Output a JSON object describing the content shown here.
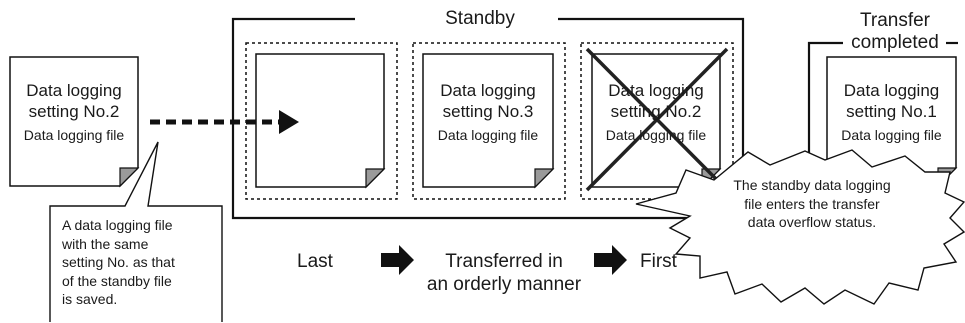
{
  "standby_label": "Standby",
  "transfer_label_line1": "Transfer",
  "transfer_label_line2": "completed",
  "files": [
    {
      "line1": "Data logging",
      "line2": "setting No.2",
      "line3": "Data logging file"
    },
    {
      "line1": "",
      "line2": "",
      "line3": ""
    },
    {
      "line1": "Data logging",
      "line2": "setting No.3",
      "line3": "Data logging file"
    },
    {
      "line1": "Data logging",
      "line2": "setting No.2",
      "line3": "Data logging file"
    },
    {
      "line1": "Data logging",
      "line2": "setting No.1",
      "line3": "Data logging file"
    }
  ],
  "callout_saved": [
    "A data logging file",
    "with the same",
    "setting No. as that",
    "of the standby file",
    "is saved."
  ],
  "callout_overflow": [
    "The standby data logging",
    "file enters the transfer",
    "data overflow status."
  ],
  "order": {
    "last": "Last",
    "middle_line1": "Transferred in",
    "middle_line2": "an orderly manner",
    "first": "First"
  }
}
